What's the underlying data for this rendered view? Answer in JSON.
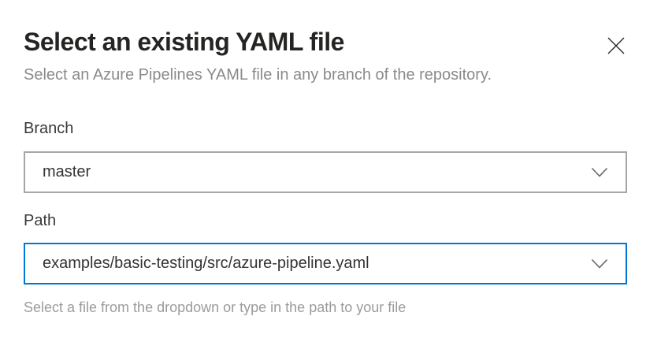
{
  "dialog": {
    "title": "Select an existing YAML file",
    "subtitle": "Select an Azure Pipelines YAML file in any branch of the repository."
  },
  "fields": {
    "branch": {
      "label": "Branch",
      "value": "master"
    },
    "path": {
      "label": "Path",
      "value": "examples/basic-testing/src/azure-pipeline.yaml",
      "helper": "Select a file from the dropdown or type in the path to your file"
    }
  },
  "icons": {
    "close": "close-icon",
    "chevron_branch": "chevron-down-icon",
    "chevron_path": "chevron-down-icon"
  },
  "colors": {
    "focus_accent": "#0078d4",
    "dropdown_border": "#a6a6a6",
    "title_text": "#252423",
    "subtitle_text": "#8a8a8a",
    "helper_text": "#9b9b9b",
    "value_text": "#333333"
  }
}
